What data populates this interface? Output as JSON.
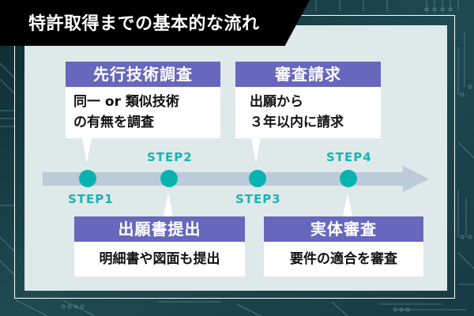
{
  "title": "特許取得までの基本的な流れ",
  "colors": {
    "title_bg": "#000000",
    "panel_bg": "#dfe9ea",
    "box_header": "#6767bd",
    "step_accent": "#07b3b0",
    "arrow": "#bccbd9",
    "background": "#17343b"
  },
  "steps": [
    {
      "label": "STEP1",
      "heading": "先行技術調査",
      "text": "同一 or 類似技術\nの有無を調査"
    },
    {
      "label": "STEP2",
      "heading": "出願書提出",
      "text": "明細書や図面も提出"
    },
    {
      "label": "STEP3",
      "heading": "審査請求",
      "text": "出願から\n３年以内に請求"
    },
    {
      "label": "STEP4",
      "heading": "実体審査",
      "text": "要件の適合を審査"
    }
  ]
}
